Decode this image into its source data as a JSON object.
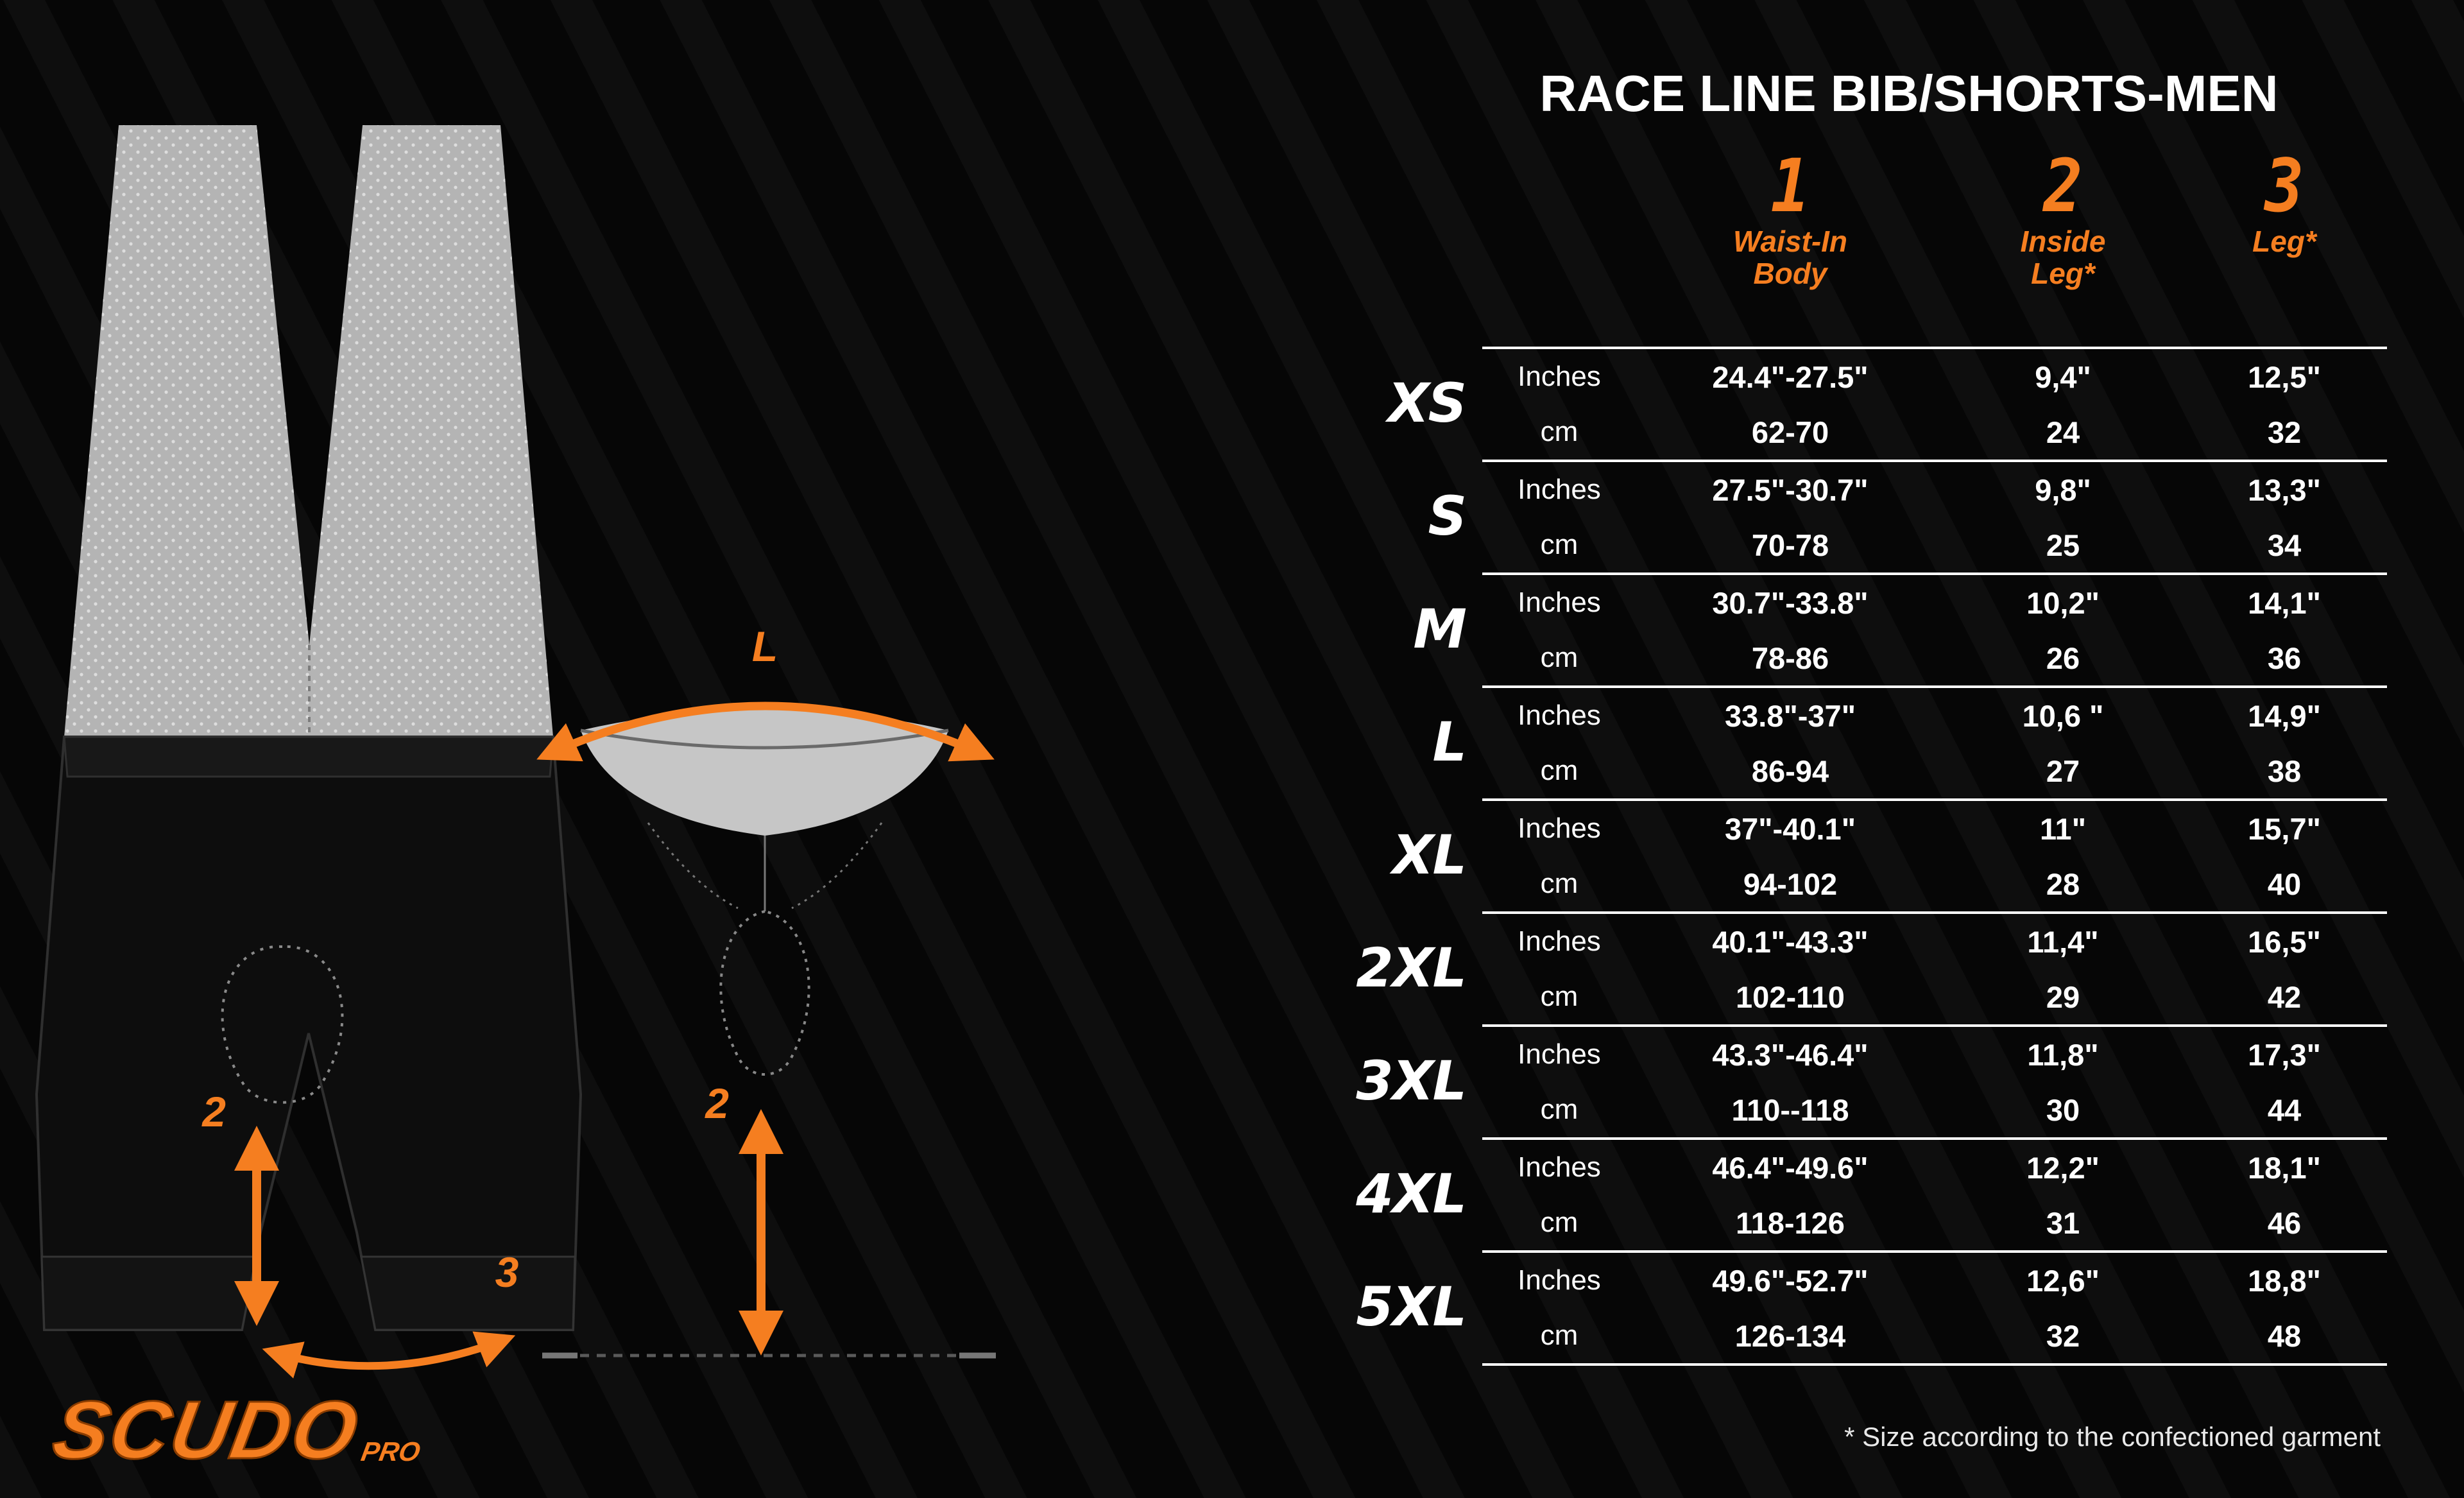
{
  "colors": {
    "accent": "#f57e20",
    "background": "#060606",
    "table_text": "#ffffff"
  },
  "footnote": "* Size according to the confectioned garment",
  "logo": {
    "main": "SCUDO",
    "sub": "PRO"
  },
  "diagram": {
    "waist_label": "L",
    "inseam_label": "2",
    "leg_label": "3"
  },
  "chart_data": {
    "type": "table",
    "title": "RACE LINE BIB/SHORTS-MEN",
    "units": {
      "top": "Inches",
      "bottom": "cm"
    },
    "columns": [
      {
        "num": "1",
        "label": [
          "Waist-In",
          "Body"
        ]
      },
      {
        "num": "2",
        "label": [
          "Inside",
          "Leg*"
        ]
      },
      {
        "num": "3",
        "label": [
          "Leg*"
        ]
      }
    ],
    "rows": [
      {
        "size": "XS",
        "in": [
          "24.4\"-27.5\"",
          "9,4\"",
          "12,5\""
        ],
        "cm": [
          "62-70",
          "24",
          "32"
        ]
      },
      {
        "size": "S",
        "in": [
          "27.5\"-30.7\"",
          "9,8\"",
          "13,3\""
        ],
        "cm": [
          "70-78",
          "25",
          "34"
        ]
      },
      {
        "size": "M",
        "in": [
          "30.7\"-33.8\"",
          "10,2\"",
          "14,1\""
        ],
        "cm": [
          "78-86",
          "26",
          "36"
        ]
      },
      {
        "size": "L",
        "in": [
          "33.8\"-37\"",
          "10,6 \"",
          "14,9\""
        ],
        "cm": [
          "86-94",
          "27",
          "38"
        ]
      },
      {
        "size": "XL",
        "in": [
          "37\"-40.1\"",
          "11\"",
          "15,7\""
        ],
        "cm": [
          "94-102",
          "28",
          "40"
        ]
      },
      {
        "size": "2XL",
        "in": [
          "40.1\"-43.3\"",
          "11,4\"",
          "16,5\""
        ],
        "cm": [
          "102-110",
          "29",
          "42"
        ]
      },
      {
        "size": "3XL",
        "in": [
          "43.3\"-46.4\"",
          "11,8\"",
          "17,3\""
        ],
        "cm": [
          "110--118",
          "30",
          "44"
        ]
      },
      {
        "size": "4XL",
        "in": [
          "46.4\"-49.6\"",
          "12,2\"",
          "18,1\""
        ],
        "cm": [
          "118-126",
          "31",
          "46"
        ]
      },
      {
        "size": "5XL",
        "in": [
          "49.6\"-52.7\"",
          "12,6\"",
          "18,8\""
        ],
        "cm": [
          "126-134",
          "32",
          "48"
        ]
      }
    ]
  }
}
